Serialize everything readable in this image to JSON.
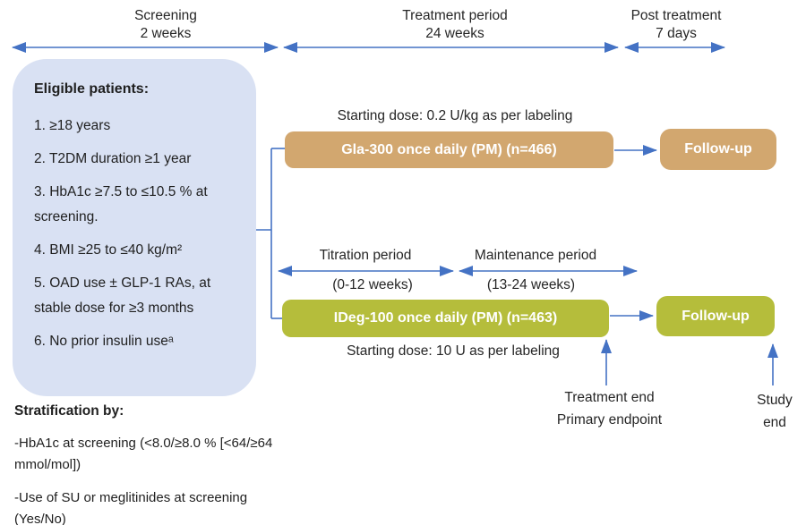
{
  "timeline": {
    "segments": [
      {
        "label": "Screening",
        "duration": "2 weeks"
      },
      {
        "label": "Treatment period",
        "duration": "24 weeks"
      },
      {
        "label": "Post treatment",
        "duration": "7 days"
      }
    ]
  },
  "eligibility": {
    "title": "Eligible patients:",
    "criteria": [
      "1. ≥18 years",
      "2. T2DM duration ≥1 year",
      "3. HbA1c ≥7.5 to ≤10.5 % at screening.",
      "4. BMI ≥25 to ≤40 kg/m²",
      "5. OAD use ± GLP-1 RAs, at stable dose for ≥3 months",
      "6. No prior insulin useᵃ"
    ]
  },
  "arms": {
    "gla300": {
      "starting_dose": "Starting dose: 0.2 U/kg as per labeling",
      "label": "Gla-300 once daily (PM) (n=466)",
      "followup_label": "Follow-up"
    },
    "ideg100": {
      "label": "IDeg-100 once daily (PM) (n=463)",
      "starting_dose": "Starting dose: 10 U as per labeling",
      "followup_label": "Follow-up"
    }
  },
  "subperiods": {
    "titration": {
      "label": "Titration period",
      "range": "(0-12 weeks)"
    },
    "maintenance": {
      "label": "Maintenance period",
      "range": "(13-24 weeks)"
    }
  },
  "annotations": {
    "treatment_end": {
      "line1": "Treatment end",
      "line2": "Primary endpoint"
    },
    "study_end": {
      "line1": "Study",
      "line2": "end"
    }
  },
  "stratification": {
    "title": "Stratification by:",
    "items": [
      "-HbA1c at screening (<8.0/≥8.0 % [<64/≥64 mmol/mol])",
      "-Use of SU or meglitinides at screening (Yes/No)"
    ]
  },
  "colors": {
    "arrow_blue": "#4472C4",
    "eligibility_box_fill": "#D9E1F3",
    "gla300_fill": "#D2A76F",
    "ideg100_fill": "#B5BD3B",
    "text": "#262626",
    "box_text": "#FFFFFF"
  }
}
